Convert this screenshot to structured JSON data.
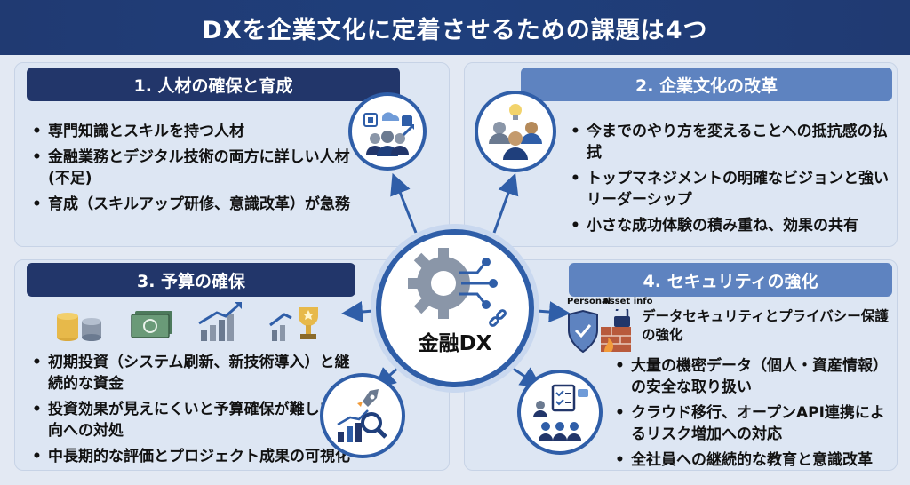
{
  "title": "DXを企業文化に定着させるための課題は4つ",
  "center": {
    "label": "金融DX"
  },
  "panels": [
    {
      "heading": "1. 人材の確保と育成",
      "bullets": [
        "専門知識とスキルを持つ人材",
        "金融業務とデジタル技術の両方に詳しい人材　　(不足)",
        "育成（スキルアップ研修、意識改革）が急務"
      ]
    },
    {
      "heading": "2. 企業文化の改革",
      "bullets": [
        "今までのやり方を変えることへの抵抗感の払拭",
        "トップマネジメントの明確なビジョンと強いリーダーシップ",
        "小さな成功体験の積み重ね、効果の共有"
      ]
    },
    {
      "heading": "3. 予算の確保",
      "bullets": [
        "初期投資（システム刷新、新技術導入）と継続的な資金",
        "投資効果が見えにくいと予算確保が難しい傾向への対処",
        "中長期的な評価とプロジェクト成果の可視化"
      ]
    },
    {
      "heading": "4. セキュリティの強化",
      "intro": "データセキュリティとプライバシー保護の強化",
      "icon_labels": [
        "Personal",
        "Asset info"
      ],
      "bullets": [
        "大量の機密データ（個人・資産情報）の安全な取り扱い",
        "クラウド移行、オープンAPI連携によるリスク増加への対応",
        "全社員への継続的な教育と意識改革"
      ]
    }
  ],
  "colors": {
    "navy": "#22366a",
    "blue": "#2f5ea8",
    "light_header": "#5e83c0",
    "panel": "#dde6f3"
  }
}
